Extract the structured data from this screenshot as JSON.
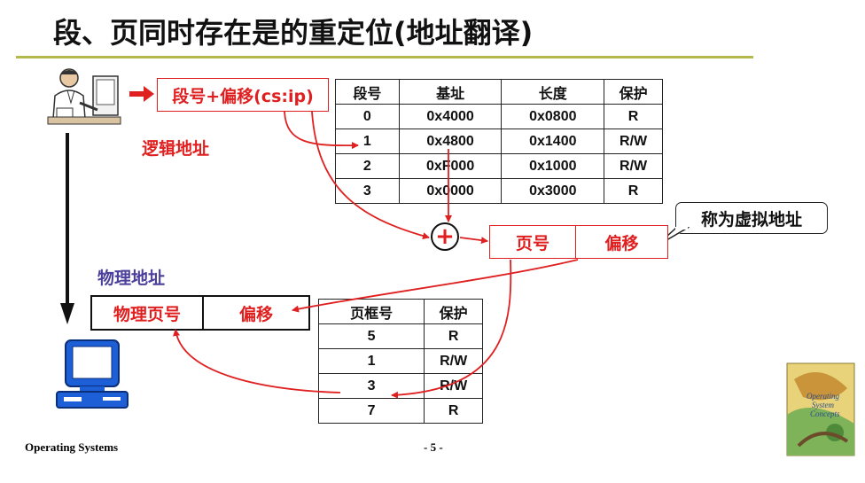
{
  "title": "段、页同时存在是的重定位(地址翻译)",
  "logical_address_box": "段号+偏移(cs:ip)",
  "logical_address_label": "逻辑地址",
  "segment_table": {
    "headers": [
      "段号",
      "基址",
      "长度",
      "保护"
    ],
    "rows": [
      [
        "0",
        "0x4000",
        "0x0800",
        "R"
      ],
      [
        "1",
        "0x4800",
        "0x1400",
        "R/W"
      ],
      [
        "2",
        "0xF000",
        "0x1000",
        "R/W"
      ],
      [
        "3",
        "0x0000",
        "0x3000",
        "R"
      ]
    ]
  },
  "virtual_address_callout": "称为虚拟地址",
  "virtual_address_box": {
    "page_number": "页号",
    "offset": "偏移"
  },
  "plus_symbol": "+",
  "physical_address_label": "物理地址",
  "physical_address_box": {
    "page_number": "物理页号",
    "offset": "偏移"
  },
  "page_table": {
    "headers": [
      "页框号",
      "保护"
    ],
    "rows": [
      [
        "5",
        "R"
      ],
      [
        "1",
        "R/W"
      ],
      [
        "3",
        "R/W"
      ],
      [
        "7",
        "R"
      ]
    ]
  },
  "footer": {
    "course": "Operating Systems",
    "page": "- 5 -"
  },
  "colors": {
    "accent_red": "#e02020",
    "rule": "#b5b94b",
    "label_blue": "#4a3f9a"
  },
  "icons": [
    "person-at-computer-icon",
    "computer-icon",
    "book-cover-icon",
    "red-arrow-icon"
  ]
}
